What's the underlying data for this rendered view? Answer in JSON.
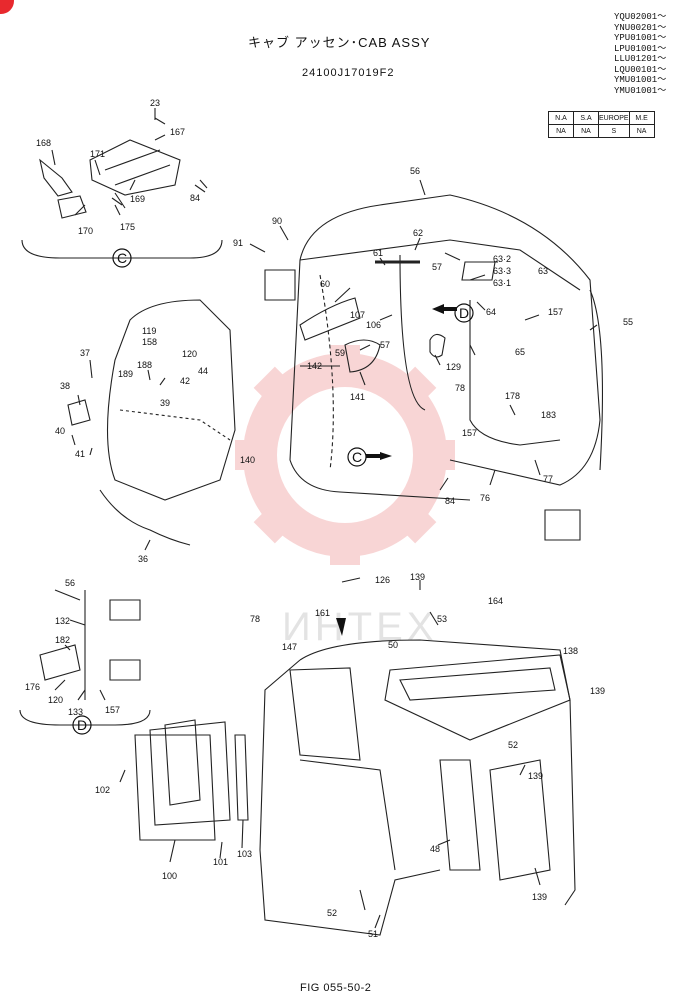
{
  "header": {
    "title": "キャブ アッセン･CAB ASSY",
    "part_number": "24100J17019F2",
    "serials": [
      "YQU02001～",
      "YNU00201～",
      "YPU01001～",
      "LPU01001～",
      "LLU01201～",
      "LQU00101～",
      "YMU01001～",
      "YMU01001～"
    ]
  },
  "spec_table": {
    "headers": [
      "N.A",
      "S.A",
      "EUROPE",
      "M.E"
    ],
    "values": [
      "NA",
      "NA",
      "S",
      "NA"
    ]
  },
  "footer": {
    "figure": "FIG 055-50-2"
  },
  "watermark": {
    "text": "ИНТЕХ",
    "color": "#f3b3b3"
  },
  "colors": {
    "line": "#222222",
    "badge": "#e8292e"
  },
  "callouts": [
    "C",
    "D",
    "C",
    "D"
  ],
  "labels": [
    {
      "id": "l23",
      "text": "23"
    },
    {
      "id": "l167",
      "text": "167"
    },
    {
      "id": "l168",
      "text": "168"
    },
    {
      "id": "l171",
      "text": "171"
    },
    {
      "id": "l169",
      "text": "169"
    },
    {
      "id": "l84a",
      "text": "84"
    },
    {
      "id": "l170",
      "text": "170"
    },
    {
      "id": "l175",
      "text": "175"
    },
    {
      "id": "l56",
      "text": "56"
    },
    {
      "id": "l90",
      "text": "90"
    },
    {
      "id": "l91",
      "text": "91"
    },
    {
      "id": "l62",
      "text": "62"
    },
    {
      "id": "l61",
      "text": "61"
    },
    {
      "id": "l57a",
      "text": "57"
    },
    {
      "id": "l63_2",
      "text": "63·2"
    },
    {
      "id": "l63_3",
      "text": "63·3"
    },
    {
      "id": "l63",
      "text": "63"
    },
    {
      "id": "l63_1",
      "text": "63·1"
    },
    {
      "id": "l60",
      "text": "60"
    },
    {
      "id": "l107",
      "text": "107"
    },
    {
      "id": "l106",
      "text": "106"
    },
    {
      "id": "l64",
      "text": "64"
    },
    {
      "id": "l157a",
      "text": "157"
    },
    {
      "id": "l55",
      "text": "55"
    },
    {
      "id": "l119",
      "text": "119"
    },
    {
      "id": "l158",
      "text": "158"
    },
    {
      "id": "l120a",
      "text": "120"
    },
    {
      "id": "l59",
      "text": "59"
    },
    {
      "id": "l57b",
      "text": "57"
    },
    {
      "id": "l129",
      "text": "129"
    },
    {
      "id": "l65",
      "text": "65"
    },
    {
      "id": "l37",
      "text": "37"
    },
    {
      "id": "l188",
      "text": "188"
    },
    {
      "id": "l42",
      "text": "42"
    },
    {
      "id": "l44",
      "text": "44"
    },
    {
      "id": "l142",
      "text": "142"
    },
    {
      "id": "l78a",
      "text": "78"
    },
    {
      "id": "l189",
      "text": "189"
    },
    {
      "id": "l38",
      "text": "38"
    },
    {
      "id": "l39",
      "text": "39"
    },
    {
      "id": "l141",
      "text": "141"
    },
    {
      "id": "l178",
      "text": "178"
    },
    {
      "id": "l183",
      "text": "183"
    },
    {
      "id": "l40",
      "text": "40"
    },
    {
      "id": "l157b",
      "text": "157"
    },
    {
      "id": "l140",
      "text": "140"
    },
    {
      "id": "l41",
      "text": "41"
    },
    {
      "id": "l77",
      "text": "77"
    },
    {
      "id": "l84b",
      "text": "84"
    },
    {
      "id": "l76",
      "text": "76"
    },
    {
      "id": "l36",
      "text": "36"
    },
    {
      "id": "l126",
      "text": "126"
    },
    {
      "id": "l56b",
      "text": "56"
    },
    {
      "id": "l139a",
      "text": "139"
    },
    {
      "id": "l164",
      "text": "164"
    },
    {
      "id": "l78b",
      "text": "78"
    },
    {
      "id": "l161",
      "text": "161"
    },
    {
      "id": "l53",
      "text": "53"
    },
    {
      "id": "l132",
      "text": "132"
    },
    {
      "id": "l182",
      "text": "182"
    },
    {
      "id": "l147",
      "text": "147"
    },
    {
      "id": "l50",
      "text": "50"
    },
    {
      "id": "l138",
      "text": "138"
    },
    {
      "id": "l176",
      "text": "176"
    },
    {
      "id": "l120b",
      "text": "120"
    },
    {
      "id": "l133",
      "text": "133"
    },
    {
      "id": "l157c",
      "text": "157"
    },
    {
      "id": "l139b",
      "text": "139"
    },
    {
      "id": "l52a",
      "text": "52"
    },
    {
      "id": "l102",
      "text": "102"
    },
    {
      "id": "l139c",
      "text": "139"
    },
    {
      "id": "l48",
      "text": "48"
    },
    {
      "id": "l103",
      "text": "103"
    },
    {
      "id": "l101",
      "text": "101"
    },
    {
      "id": "l100",
      "text": "100"
    },
    {
      "id": "l139d",
      "text": "139"
    },
    {
      "id": "l52b",
      "text": "52"
    },
    {
      "id": "l51",
      "text": "51"
    }
  ]
}
